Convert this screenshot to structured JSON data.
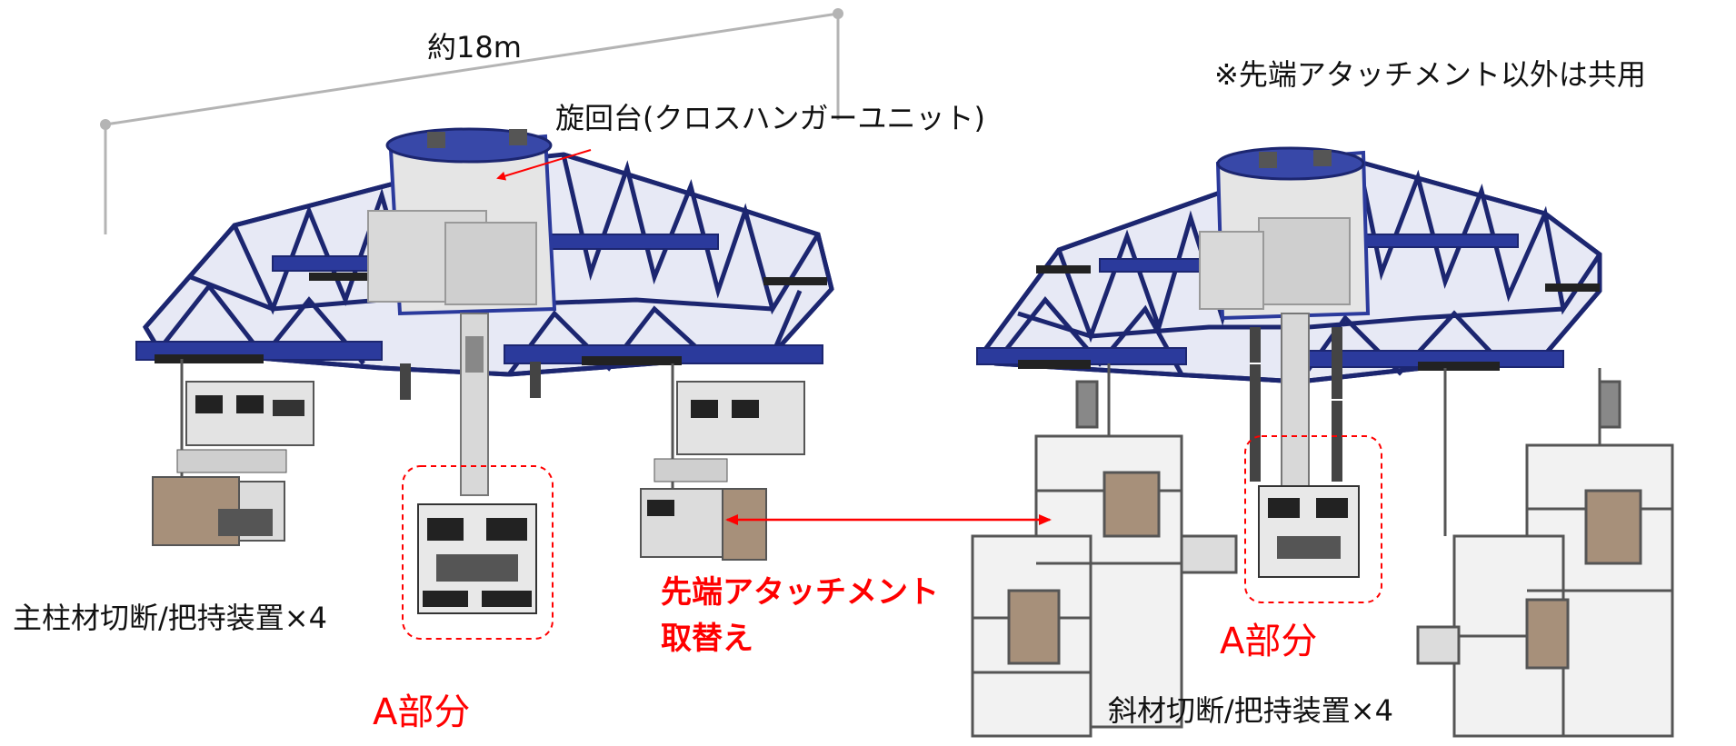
{
  "labels": {
    "dimension": "約18m",
    "note": "※先端アタッチメント以外は共用",
    "turntable": "旋回台(クロスハンガーユニット)",
    "left_device": "主柱材切断/把持装置×4",
    "right_device": "斜材切断/把持装置×4",
    "attachment_line1": "先端アタッチメント",
    "attachment_line2": "取替え",
    "part_a_left": "A部分",
    "part_a_right": "A部分"
  },
  "colors": {
    "frame_blue": "#2b3a9c",
    "frame_blue_dark": "#1c2670",
    "highlight_red": "#ff0000",
    "dimension_gray": "#b4b4b4",
    "unit_gray": "#cfcfcf",
    "box_tan": "#a7907a",
    "text_black": "#111111"
  },
  "machines": [
    {
      "name": "main-column-cutting-machine",
      "attachment_label": "part_a_left"
    },
    {
      "name": "diagonal-cutting-machine",
      "attachment_label": "part_a_right"
    }
  ]
}
